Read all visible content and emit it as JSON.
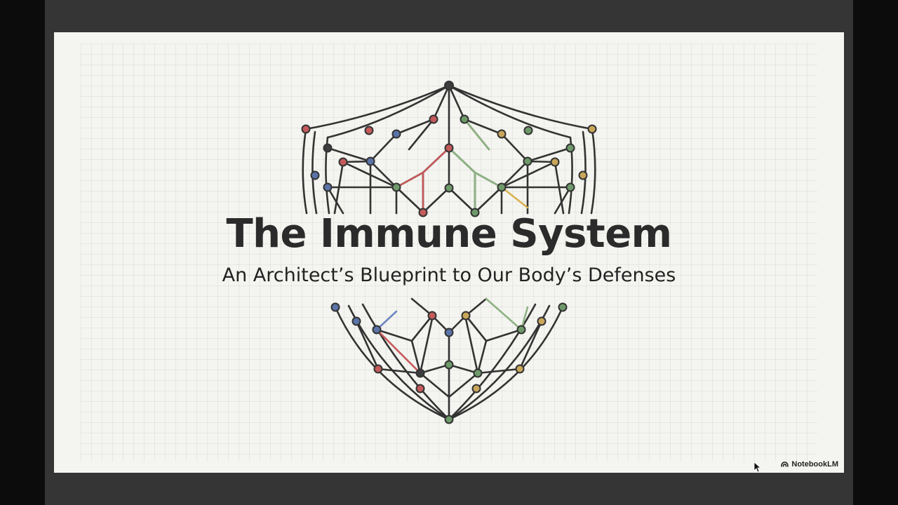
{
  "slide": {
    "title": "The Immune System",
    "subtitle": "An Architect’s Blueprint to Our Body’s Defenses"
  },
  "branding": {
    "label": "NotebookLM",
    "icon": "notebooklm-logo-icon"
  },
  "colors": {
    "ink": "#333333",
    "node_red": "#c45a5a",
    "node_blue": "#5b74a8",
    "node_green": "#6e9a6a",
    "node_yellow": "#c9a75a",
    "slide_background": "#f4f4f0"
  }
}
